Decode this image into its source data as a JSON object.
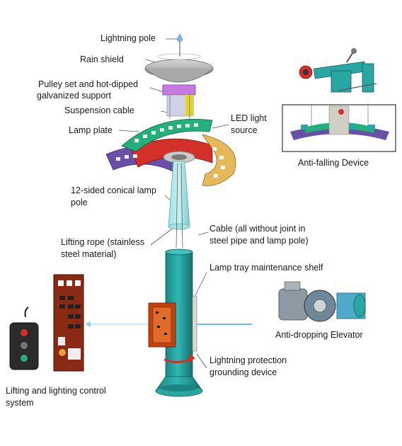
{
  "labels": {
    "lightning_pole": "Lightning pole",
    "rain_shield": "Rain shield",
    "pulley_line1": "Pulley set and hot-dipped",
    "pulley_line2": "galvanized support",
    "suspension_cable": "Suspension cable",
    "lamp_plate": "Lamp plate",
    "led_line1": "LED light",
    "led_line2": "source",
    "anti_falling": "Anti-falling Device",
    "conical_line1": "12-sided conical lamp",
    "conical_line2": "pole",
    "cable_line1": "Cable (all without joint in",
    "cable_line2": "steel pipe and lamp pole)",
    "rope_line1": "Lifting rope (stainless",
    "rope_line2": "steel material)",
    "tray_shelf": "Lamp tray maintenance shelf",
    "elevator": "Anti-dropping Elevator",
    "grounding_line1": "Lightning protection",
    "grounding_line2": "grounding device",
    "control_line1": "Lifting and lighting control",
    "control_line2": "system"
  },
  "colors": {
    "pole_teal": "#2aa6a3",
    "pole_light": "#7fd3d6",
    "plate_green": "#23b07a",
    "plate_red": "#d3302a",
    "plate_purple": "#6a4fa6",
    "plate_yellow": "#e8c83a",
    "shield_gray": "#9a9a9a",
    "control_red": "#c2410c",
    "leader": "#555555"
  }
}
